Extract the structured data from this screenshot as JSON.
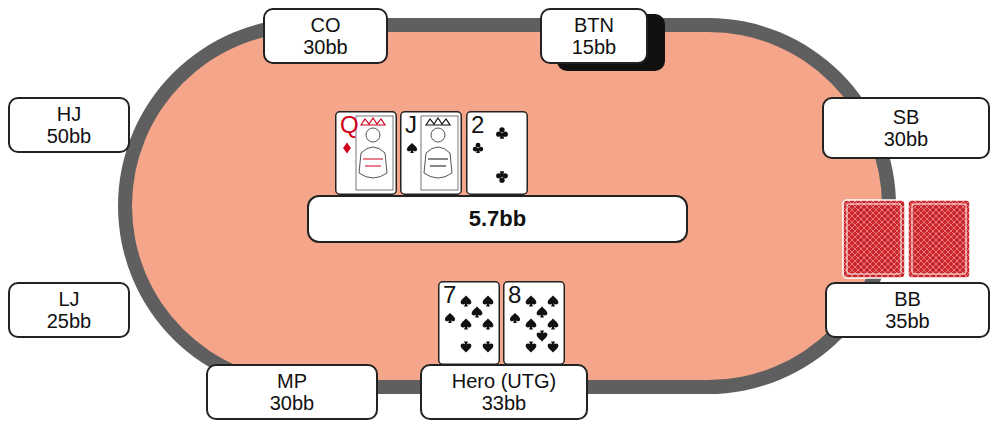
{
  "diagram": {
    "nodes": [
      {
        "text": [
          "CO",
          "30bb"
        ]
      },
      {
        "text": [
          "BTN",
          "15bb"
        ]
      },
      {
        "text": [
          "HJ",
          "50bb"
        ]
      },
      {
        "text": [
          "SB",
          "30bb"
        ]
      },
      {
        "text": [
          "Q"
        ]
      },
      {
        "text": [
          "J"
        ]
      },
      {
        "text": [
          "2"
        ]
      },
      {
        "text": [
          "5.7bb"
        ]
      },
      {
        "text": [
          "LJ",
          "25bb"
        ]
      },
      {
        "text": [
          "BB",
          "35bb"
        ]
      },
      {
        "text": [
          "7"
        ]
      },
      {
        "text": [
          "8"
        ]
      },
      {
        "text": [
          "MP",
          "30bb"
        ]
      },
      {
        "text": [
          "Hero (UTG)",
          "33bb"
        ]
      }
    ]
  }
}
